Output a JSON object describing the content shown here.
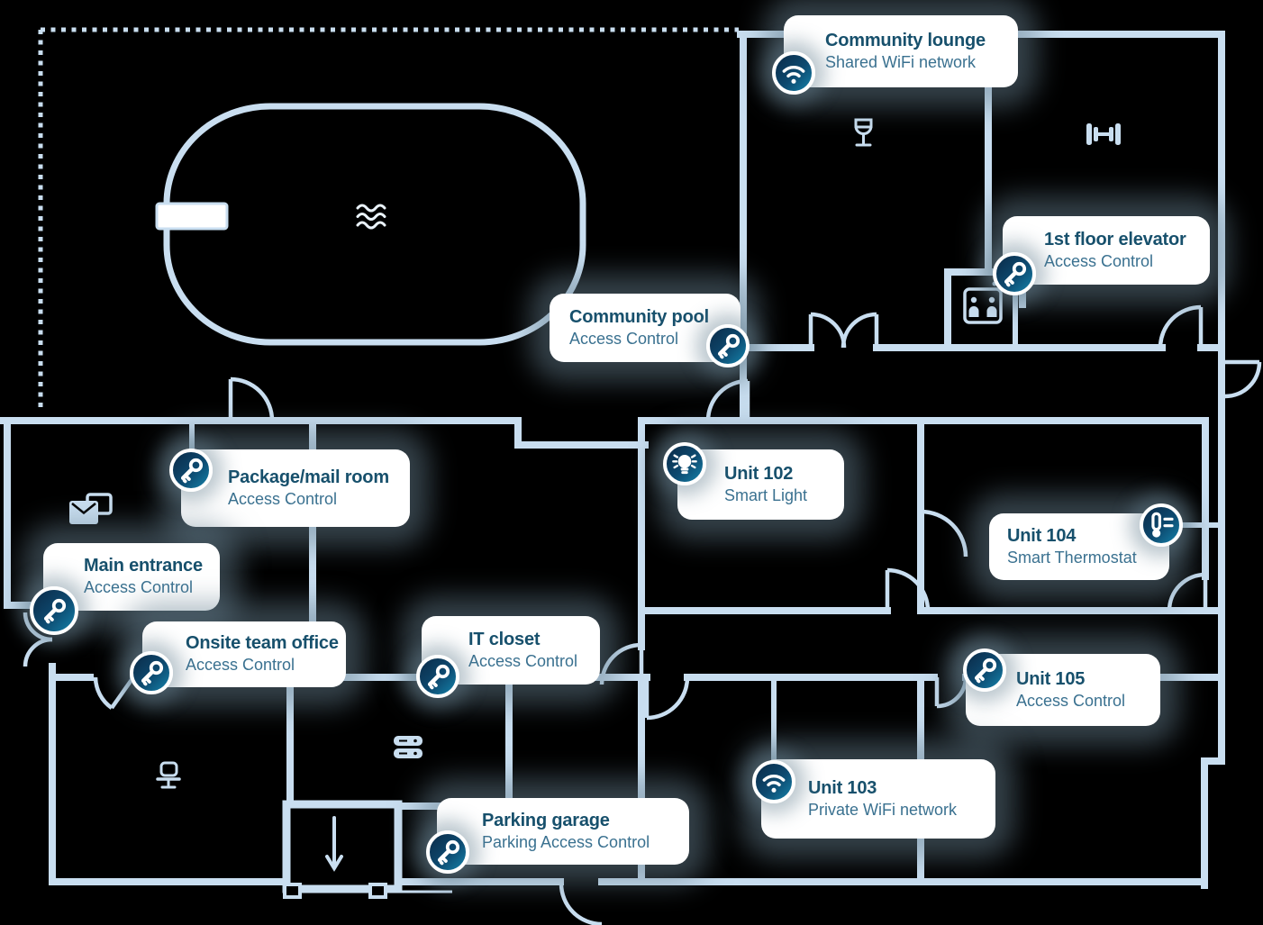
{
  "palette": {
    "background": "#000000",
    "wall": "#c9def0",
    "card_background": "#ffffff",
    "card_title": "#17506c",
    "card_subtitle": "#3a7190",
    "icon_gradient_start": "#0c2a47",
    "icon_gradient_end": "#1795bd",
    "shadow": "rgba(104,130,146,0.5)"
  },
  "cards": [
    {
      "id": "community-lounge",
      "title": "Community lounge",
      "subtitle": "Shared WiFi network",
      "icon": "wifi-icon"
    },
    {
      "id": "first-floor-elevator",
      "title": "1st floor elevator",
      "subtitle": "Access Control",
      "icon": "key-icon"
    },
    {
      "id": "community-pool",
      "title": "Community pool",
      "subtitle": "Access Control",
      "icon": "key-icon"
    },
    {
      "id": "package-mail-room",
      "title": "Package/mail room",
      "subtitle": "Access Control",
      "icon": "key-icon"
    },
    {
      "id": "main-entrance",
      "title": "Main entrance",
      "subtitle": "Access Control",
      "icon": "key-icon"
    },
    {
      "id": "unit-102",
      "title": "Unit 102",
      "subtitle": "Smart Light",
      "icon": "light-icon"
    },
    {
      "id": "unit-104",
      "title": "Unit 104",
      "subtitle": "Smart Thermostat",
      "icon": "thermostat-icon"
    },
    {
      "id": "onsite-team-office",
      "title": "Onsite team office",
      "subtitle": "Access Control",
      "icon": "key-icon"
    },
    {
      "id": "it-closet",
      "title": "IT closet",
      "subtitle": "Access Control",
      "icon": "key-icon"
    },
    {
      "id": "unit-105",
      "title": "Unit 105",
      "subtitle": "Access Control",
      "icon": "key-icon"
    },
    {
      "id": "parking-garage",
      "title": "Parking garage",
      "subtitle": "Parking Access Control",
      "icon": "key-icon"
    },
    {
      "id": "unit-103",
      "title": "Unit 103",
      "subtitle": "Private WiFi network",
      "icon": "wifi-icon"
    }
  ],
  "floorplan_icons": [
    "pool-waves-icon",
    "wine-glass-icon",
    "dumbbell-icon",
    "elevator-people-icon",
    "mailroom-icon",
    "network-rack-icon",
    "office-chair-icon",
    "ramp-down-arrow-icon"
  ]
}
